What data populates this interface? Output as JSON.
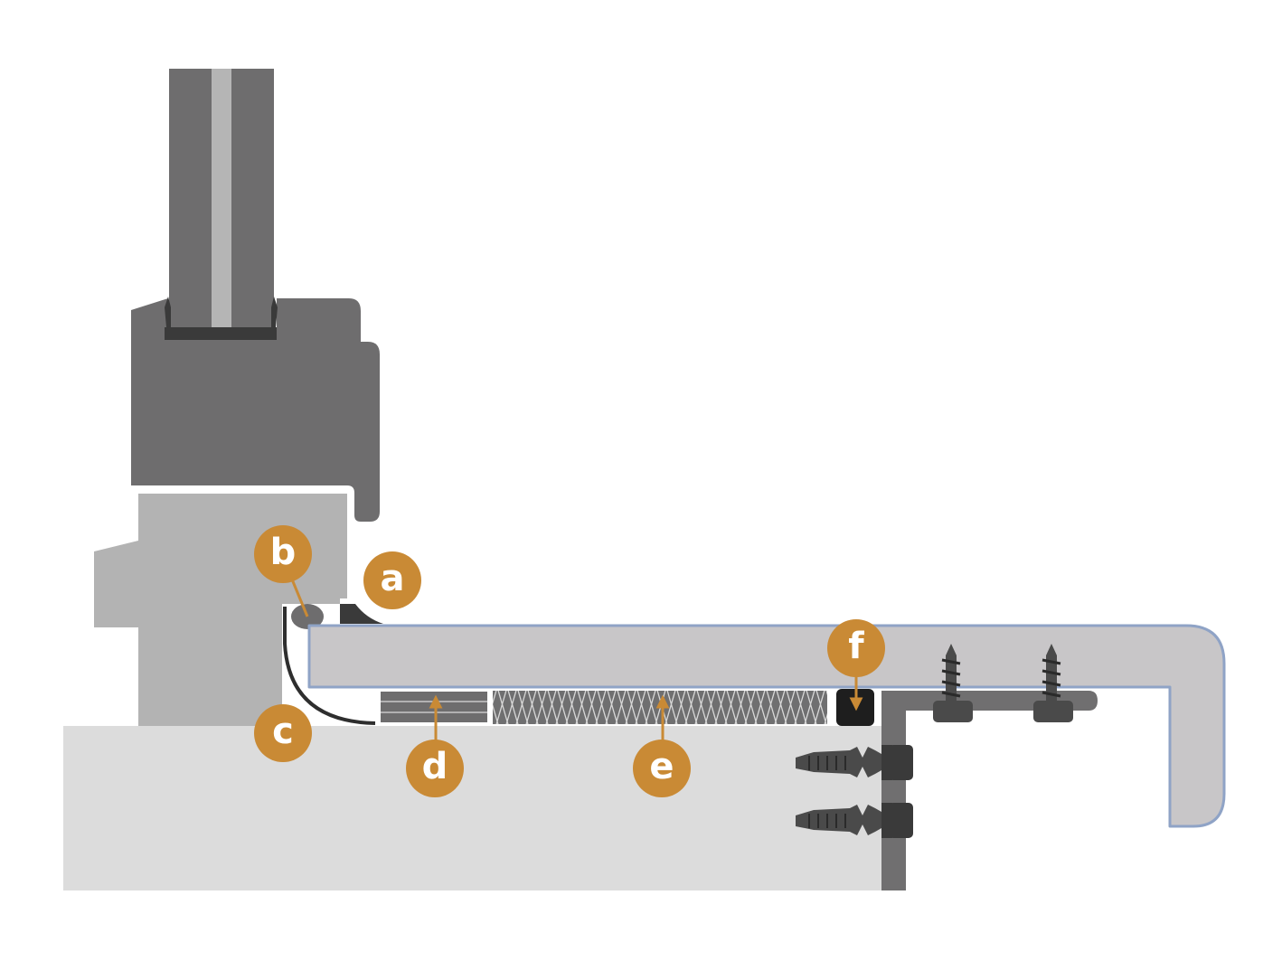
{
  "colors": {
    "background": "#ffffff",
    "wall": "#dcdcdc",
    "window_frame_dark": "#6e6d6e",
    "window_frame_light": "#b3b3b3",
    "glass_core": "#b5b5b5",
    "gasket": "#3a3a3a",
    "sill_board": "#c8c6c8",
    "sill_outline": "#8fa3c6",
    "bracket": "#706f70",
    "fixings": "#4a4a4a",
    "callout": "#c98a35"
  },
  "markers": [
    {
      "id": "a",
      "label": "a"
    },
    {
      "id": "b",
      "label": "b"
    },
    {
      "id": "c",
      "label": "c"
    },
    {
      "id": "d",
      "label": "d"
    },
    {
      "id": "e",
      "label": "e"
    },
    {
      "id": "f",
      "label": "f"
    }
  ]
}
